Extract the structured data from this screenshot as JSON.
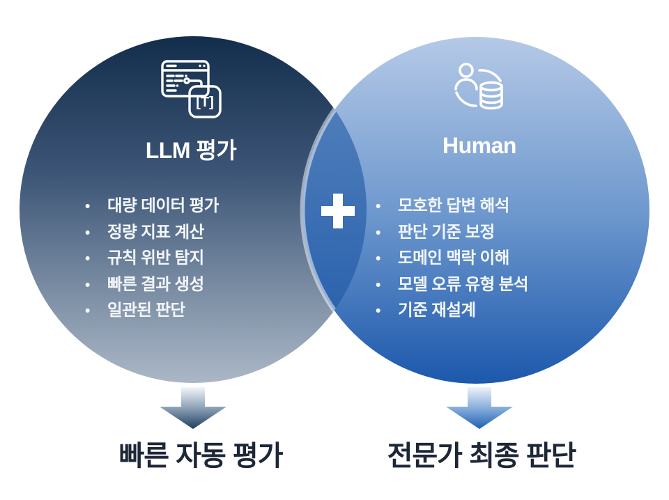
{
  "diagram": {
    "bullet_char": "•",
    "plus_symbol": "+",
    "left": {
      "title": "LLM 평가",
      "icon": "code-window-token-icon",
      "icon_token_label": "[T]",
      "items": [
        "대량 데이터 평가",
        "정량 지표 계산",
        "규칙 위반 탐지",
        "빠른 결과 생성",
        "일관된 판단"
      ],
      "result_label": "빠른 자동 평가",
      "colors": {
        "gradient_top": "#132D4C",
        "gradient_mid": "#4A6180",
        "gradient_bottom": "#ABB7C6",
        "arrow_tip": "#203E5F"
      }
    },
    "right": {
      "title": "Human",
      "icon": "human-data-icon",
      "items": [
        "모호한 답변 해석",
        "판단 기준 보정",
        "도메인 맥락 이해",
        "모델 오류 유형 분석",
        "기준 재설계"
      ],
      "result_label": "전문가 최종 판단",
      "colors": {
        "gradient_top": "#B5C9E7",
        "gradient_mid": "#6F99CE",
        "gradient_bottom": "#1C58AC",
        "arrow_tip": "#1F60B2"
      }
    },
    "overlap": {
      "color_top": "#4F7DBA",
      "color_bottom": "#2B63AE"
    }
  }
}
